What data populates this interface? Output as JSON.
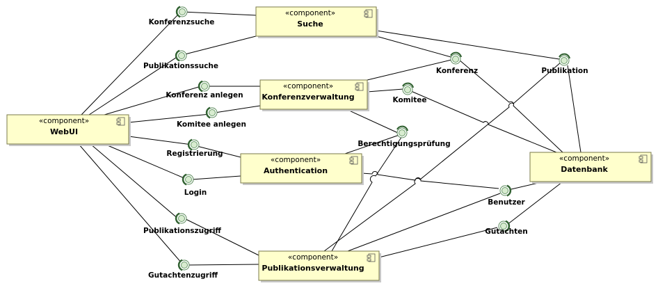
{
  "stereotype": "«component»",
  "components": [
    {
      "id": "suche",
      "name": "Suche"
    },
    {
      "id": "konfverw",
      "name": "Konferenzverwaltung"
    },
    {
      "id": "webui",
      "name": "WebUI"
    },
    {
      "id": "auth",
      "name": "Authentication"
    },
    {
      "id": "datenbank",
      "name": "Datenbank"
    },
    {
      "id": "pubverw",
      "name": "Publikationsverwaltung"
    }
  ],
  "interfaces": [
    {
      "id": "konfsuche",
      "label": "Konferenzsuche"
    },
    {
      "id": "pubsuche",
      "label": "Publikationssuche"
    },
    {
      "id": "konfanlegen",
      "label": "Konferenz anlegen"
    },
    {
      "id": "komanlegen",
      "label": "Komitee anlegen"
    },
    {
      "id": "registrierung",
      "label": "Registrierung"
    },
    {
      "id": "login",
      "label": "Login"
    },
    {
      "id": "pubzugriff",
      "label": "Publikationszugriff"
    },
    {
      "id": "gutzugriff",
      "label": "Gutachtenzugriff"
    },
    {
      "id": "konferenz",
      "label": "Konferenz"
    },
    {
      "id": "publikation",
      "label": "Publikation"
    },
    {
      "id": "komitee",
      "label": "Komitee"
    },
    {
      "id": "berecht",
      "label": "Berechtigungsprüfung"
    },
    {
      "id": "benutzer",
      "label": "Benutzer"
    },
    {
      "id": "gutachten",
      "label": "Gutachten"
    }
  ]
}
